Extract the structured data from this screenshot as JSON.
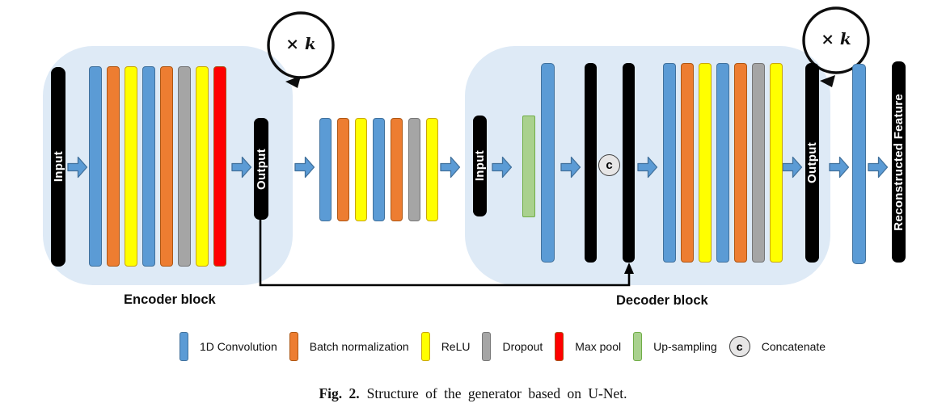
{
  "palette": {
    "conv1d": "#5B9BD5",
    "batch_norm": "#ED7D31",
    "relu": "#FFFF00",
    "dropout": "#A5A5A5",
    "max_pool": "#FF0000",
    "up_sampling": "#A9D18E",
    "io": "#000000",
    "block_bg": "#DEEAF6"
  },
  "diagram": {
    "encoder": {
      "label": "Encoder block",
      "repeat": "× k",
      "input": "Input",
      "output": "Output",
      "layers": [
        "conv1d",
        "batch_norm",
        "relu",
        "conv1d",
        "batch_norm",
        "dropout",
        "relu",
        "max_pool"
      ]
    },
    "bottleneck": {
      "layers": [
        "conv1d",
        "batch_norm",
        "relu",
        "conv1d",
        "batch_norm",
        "dropout",
        "relu"
      ]
    },
    "decoder": {
      "label": "Decoder block",
      "repeat": "× k",
      "input": "Input",
      "output": "Output",
      "concat": "c",
      "layers": [
        "conv1d",
        "batch_norm",
        "relu",
        "conv1d",
        "batch_norm",
        "dropout",
        "relu"
      ]
    },
    "final_output": "Reconstructed Feature"
  },
  "legend": {
    "items": [
      {
        "type": "conv1d",
        "label": "1D Convolution"
      },
      {
        "type": "batch_norm",
        "label": "Batch normalization"
      },
      {
        "type": "relu",
        "label": "ReLU"
      },
      {
        "type": "dropout",
        "label": "Dropout"
      },
      {
        "type": "max_pool",
        "label": "Max pool"
      },
      {
        "type": "up_sampling",
        "label": "Up-sampling"
      },
      {
        "type": "concat",
        "label": "Concatenate",
        "symbol": "c"
      }
    ]
  },
  "caption": {
    "figure_label": "Fig. 2.",
    "text": "Structure of the generator based on U-Net."
  }
}
